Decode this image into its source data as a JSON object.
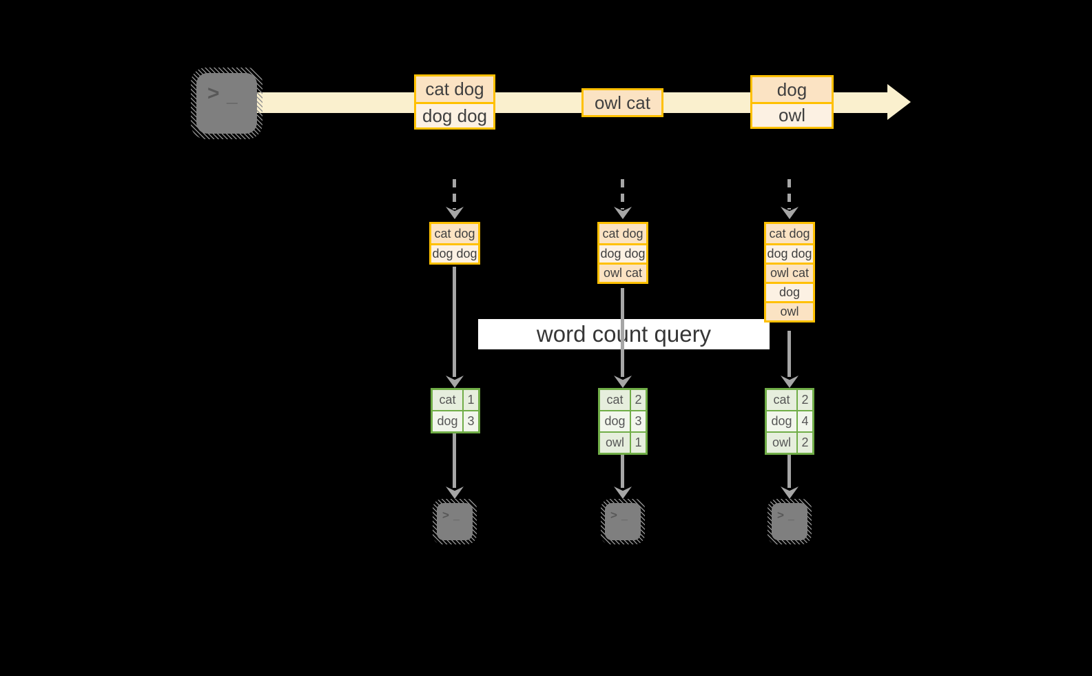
{
  "query_label": "word count query",
  "terminal_glyph": {
    "chevron": ">",
    "underscore": "_"
  },
  "colors": {
    "background": "#000000",
    "stream_fill": "#FAF0CE",
    "event_border": "#FFC000",
    "event_fill_dark": "#FBE3C3",
    "event_fill_light": "#FCF1E3",
    "arrow_gray": "#A6A6A6",
    "terminal_gray": "#7F7F7F",
    "table_border_green": "#70AD47",
    "table_fill_dark": "#E6EEDD",
    "table_fill_light": "#F2F6EC"
  },
  "stream_events": [
    {
      "lines": [
        "cat dog",
        "dog dog"
      ]
    },
    {
      "lines": [
        "owl cat"
      ]
    },
    {
      "lines": [
        "dog",
        "owl"
      ]
    }
  ],
  "tasks": [
    {
      "buffered_events": [
        "cat dog",
        "dog dog"
      ],
      "word_counts": [
        {
          "word": "cat",
          "count": 1
        },
        {
          "word": "dog",
          "count": 3
        }
      ]
    },
    {
      "buffered_events": [
        "cat dog",
        "dog dog",
        "owl cat"
      ],
      "word_counts": [
        {
          "word": "cat",
          "count": 2
        },
        {
          "word": "dog",
          "count": 3
        },
        {
          "word": "owl",
          "count": 1
        }
      ]
    },
    {
      "buffered_events": [
        "cat dog",
        "dog dog",
        "owl cat",
        "dog",
        "owl"
      ],
      "word_counts": [
        {
          "word": "cat",
          "count": 2
        },
        {
          "word": "dog",
          "count": 4
        },
        {
          "word": "owl",
          "count": 2
        }
      ]
    }
  ]
}
